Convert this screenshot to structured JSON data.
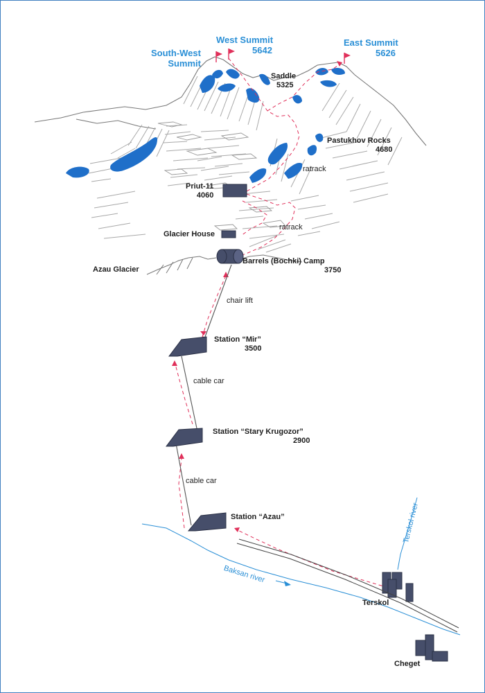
{
  "summits": {
    "south_west": {
      "line1": "South-West",
      "line2": "Summit"
    },
    "west": {
      "line1": "West Summit",
      "line2": "5642"
    },
    "east": {
      "line1": "East Summit",
      "line2": "5626"
    }
  },
  "places": {
    "saddle": {
      "name": "Saddle",
      "alt": "5325"
    },
    "pastukhov": {
      "name": "Pastukhov Rocks",
      "alt": "4680"
    },
    "priut": {
      "name": "Priut-11",
      "alt": "4060"
    },
    "glacier_house": {
      "name": "Glacier House"
    },
    "azau_glacier": {
      "name": "Azau Glacier"
    },
    "barrels": {
      "name": "Barrels (Bochki) Camp",
      "alt": "3750"
    },
    "mir": {
      "name": "Station “Mir”",
      "alt": "3500"
    },
    "krugozor": {
      "name": "Station “Stary Krugozor”",
      "alt": "2900"
    },
    "azau": {
      "name": "Station “Azau”"
    },
    "terskol": {
      "name": "Terskol"
    },
    "cheget": {
      "name": "Cheget"
    }
  },
  "transport": {
    "ratrack_upper": "ratrack",
    "ratrack_lower": "ratrack",
    "chair_lift": "chair lift",
    "cable_car_upper": "cable car",
    "cable_car_lower": "cable car"
  },
  "rivers": {
    "baksan": "Baksan river",
    "terskol": "Terskol river"
  },
  "colors": {
    "summit_text": "#2a8fd6",
    "river": "#2a8fd6",
    "ice": "#1f6fc9",
    "building": "#464e6a",
    "route": "#e0305a",
    "flag": "#e0305a",
    "border": "#3f7fbf"
  }
}
